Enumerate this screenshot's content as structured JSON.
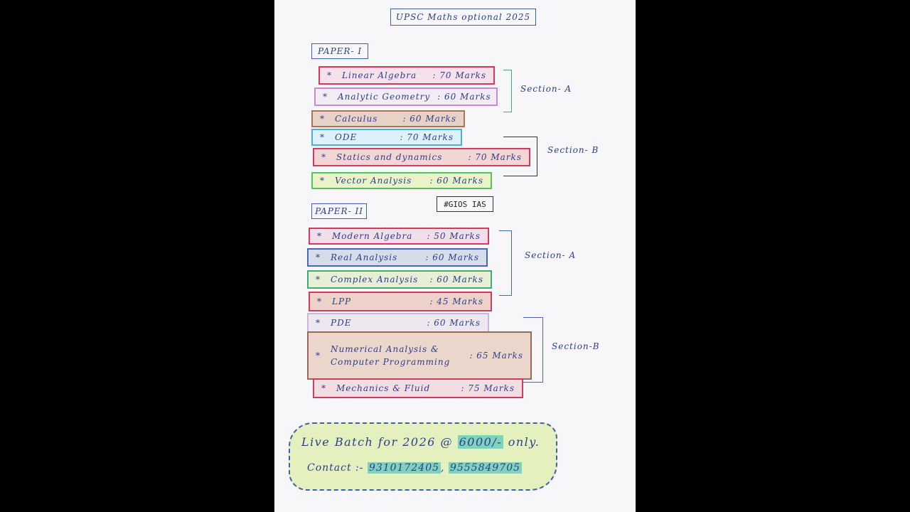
{
  "title": "UPSC Maths optional 2025",
  "paper1": {
    "label": "PAPER- I",
    "items": [
      {
        "star": "*",
        "name": "Linear Algebra",
        "marks": ": 70 Marks",
        "color": "#d6395d",
        "fill": "#f6e0ea"
      },
      {
        "star": "*",
        "name": "Analytic Geometry",
        "marks": ": 60 Marks",
        "color": "#c78ad4",
        "fill": "#f3ecf5"
      },
      {
        "star": "*",
        "name": "Calculus",
        "marks": ": 60 Marks",
        "color": "#a8745c",
        "fill": "#e8d2c6"
      },
      {
        "star": "*",
        "name": "ODE",
        "marks": ": 70 Marks",
        "color": "#44b3d9",
        "fill": "#dff1f8"
      },
      {
        "star": "*",
        "name": "Statics and dynamics",
        "marks": ": 70 Marks",
        "color": "#d6395d",
        "fill": "#f3d6d3"
      },
      {
        "star": "*",
        "name": "Vector Analysis",
        "marks": ": 60 Marks",
        "color": "#55c45e",
        "fill": "#eaf2c8"
      }
    ],
    "section_a": "Section- A",
    "section_b": "Section- B"
  },
  "tag": "#GIOS IAS",
  "paper2": {
    "label": "PAPER- II",
    "items": [
      {
        "star": "*",
        "name": "Modern Algebra",
        "marks": ": 50 Marks",
        "color": "#d6395d",
        "fill": "#f2ddea"
      },
      {
        "star": "*",
        "name": "Real Analysis",
        "marks": ": 60 Marks",
        "color": "#4a66b8",
        "fill": "#d7dde8"
      },
      {
        "star": "*",
        "name": "Complex Analysis",
        "marks": ": 60 Marks",
        "color": "#3fae6c",
        "fill": "#e7efd6"
      },
      {
        "star": "*",
        "name": "LPP",
        "marks": ": 45 Marks",
        "color": "#d6395d",
        "fill": "#ecd2c8"
      },
      {
        "star": "*",
        "name": "PDE",
        "marks": ": 60 Marks",
        "color": "#c8b8d8",
        "fill": "#ece8ef"
      },
      {
        "star": "*",
        "name": "Numerical Analysis & Computer Programming",
        "marks": ": 65 Marks",
        "color": "#9a6a58",
        "fill": "#ebd6cc"
      },
      {
        "star": "*",
        "name": "Mechanics & Fluid",
        "marks": ": 75 Marks",
        "color": "#d6395d",
        "fill": "#f1dde2"
      }
    ],
    "section_a": "Section- A",
    "section_b": "Section-B"
  },
  "promo": {
    "line1_prefix": "Live Batch for 2026 @",
    "price": "6000/-",
    "line1_suffix": "only.",
    "contact_label": "Contact :-",
    "phone1": "9310172405",
    "sep": ",",
    "phone2": "9555849705"
  },
  "colors": {
    "ink": "#2c3e8c",
    "section_a_bracket": "#3fae6c",
    "section_b_bracket": "#333333",
    "paper2_bracket": "#4a66b8",
    "highlight": "#7fd3bd",
    "promo_fill": "#e5f0bf"
  }
}
